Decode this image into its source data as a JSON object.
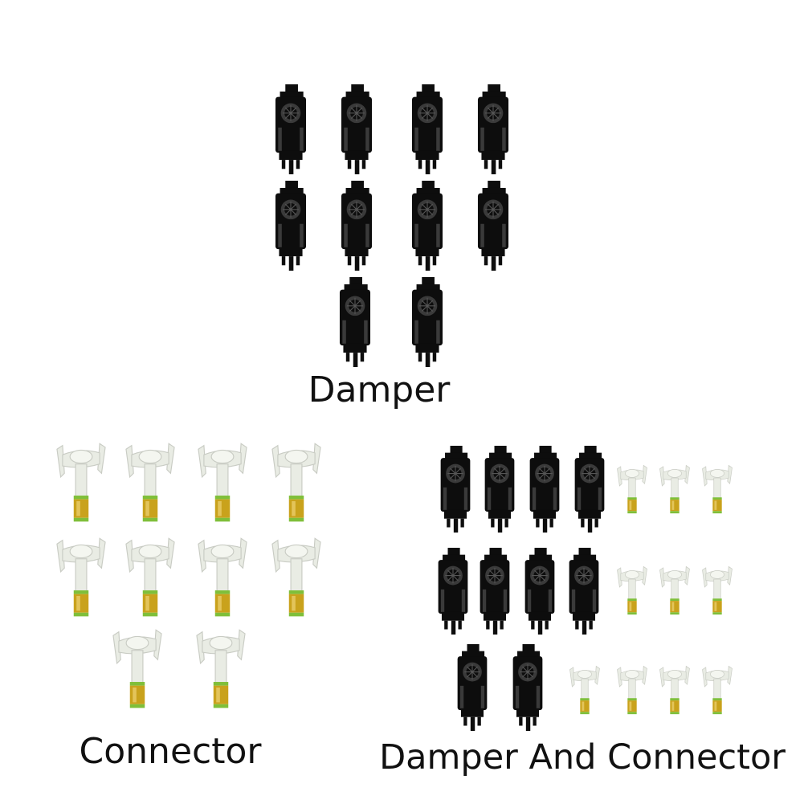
{
  "groups": {
    "damper": {
      "label": "Damper",
      "damper_count": 10,
      "connector_count": 0
    },
    "connector": {
      "label": "Connector",
      "damper_count": 0,
      "connector_count": 10
    },
    "combo": {
      "label": "Damper And Connector",
      "damper_count": 10,
      "connector_count": 10
    }
  },
  "colors": {
    "damper_body": "#0d0d0d",
    "damper_highlight": "#3a3a3a",
    "connector_body": "#e9ece4",
    "connector_brass": "#c9a21c",
    "connector_ring": "#7fbf3a"
  },
  "icons": {
    "damper": "ink-damper-icon",
    "connector": "ink-connector-icon"
  }
}
